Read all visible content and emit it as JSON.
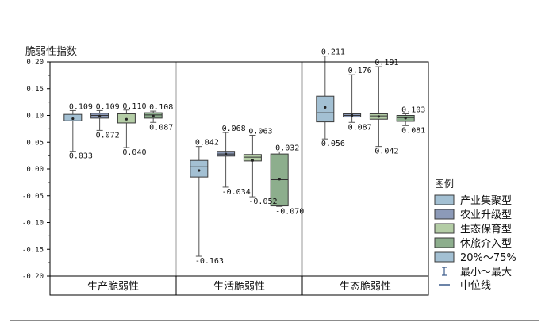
{
  "chart_data": {
    "type": "boxplot",
    "ylabel": "脆弱性指数",
    "ylim": [
      -0.2,
      0.2
    ],
    "yticks": [
      "0.20",
      "0.15",
      "0.10",
      "0.05",
      "0.00",
      "-0.05",
      "-0.10",
      "-0.15",
      "-0.20"
    ],
    "categories": [
      "生产脆弱性",
      "生活脆弱性",
      "生态脆弱性"
    ],
    "legend_title": "图例",
    "legend_extra": [
      "20%～75%",
      "最小～最大",
      "中位线"
    ],
    "series": [
      {
        "name": "产业集聚型",
        "color": "#a3c0d3",
        "data": [
          {
            "min": 0.033,
            "q1": 0.09,
            "median": 0.097,
            "q3": 0.102,
            "max": 0.109,
            "mean": 0.094,
            "max_label": "0.109",
            "min_label": "0.033"
          },
          {
            "min": -0.163,
            "q1": -0.015,
            "median": 0.004,
            "q3": 0.016,
            "max": 0.042,
            "mean": -0.003,
            "max_label": "0.042",
            "min_label": "-0.163"
          },
          {
            "min": 0.056,
            "q1": 0.088,
            "median": 0.105,
            "q3": 0.136,
            "max": 0.211,
            "mean": 0.115,
            "max_label": "0.211",
            "min_label": "0.056"
          }
        ]
      },
      {
        "name": "农业升级型",
        "color": "#8c9ab8",
        "data": [
          {
            "min": 0.072,
            "q1": 0.095,
            "median": 0.1,
            "q3": 0.104,
            "max": 0.109,
            "mean": 0.099,
            "max_label": "0.109",
            "min_label": "0.072"
          },
          {
            "min": -0.034,
            "q1": 0.024,
            "median": 0.028,
            "q3": 0.033,
            "max": 0.068,
            "mean": 0.028,
            "max_label": "0.068",
            "min_label": "-0.034"
          },
          {
            "min": 0.087,
            "q1": 0.097,
            "median": 0.1,
            "q3": 0.103,
            "max": 0.176,
            "mean": 0.1,
            "max_label": "0.176",
            "min_label": "0.087"
          }
        ]
      },
      {
        "name": "生态保育型",
        "color": "#b4cda6",
        "data": [
          {
            "min": 0.04,
            "q1": 0.086,
            "median": 0.097,
            "q3": 0.103,
            "max": 0.11,
            "mean": 0.093,
            "max_label": "0.110",
            "min_label": "0.040"
          },
          {
            "min": -0.052,
            "q1": 0.015,
            "median": 0.022,
            "q3": 0.027,
            "max": 0.063,
            "mean": 0.016,
            "max_label": "0.063",
            "min_label": "-0.052"
          },
          {
            "min": 0.042,
            "q1": 0.093,
            "median": 0.099,
            "q3": 0.103,
            "max": 0.191,
            "mean": 0.098,
            "max_label": "0.191",
            "min_label": "0.042"
          }
        ]
      },
      {
        "name": "休旅介入型",
        "color": "#8dae8d",
        "data": [
          {
            "min": 0.087,
            "q1": 0.095,
            "median": 0.101,
            "q3": 0.105,
            "max": 0.108,
            "mean": 0.099,
            "max_label": "0.108",
            "min_label": "0.087"
          },
          {
            "min": -0.07,
            "q1": -0.069,
            "median": -0.02,
            "q3": 0.028,
            "max": 0.032,
            "mean": -0.019,
            "max_label": "0.032",
            "min_label": "-0.070"
          },
          {
            "min": 0.081,
            "q1": 0.089,
            "median": 0.096,
            "q3": 0.1,
            "max": 0.103,
            "mean": 0.095,
            "max_label": "0.103",
            "min_label": "0.081"
          }
        ]
      }
    ]
  }
}
